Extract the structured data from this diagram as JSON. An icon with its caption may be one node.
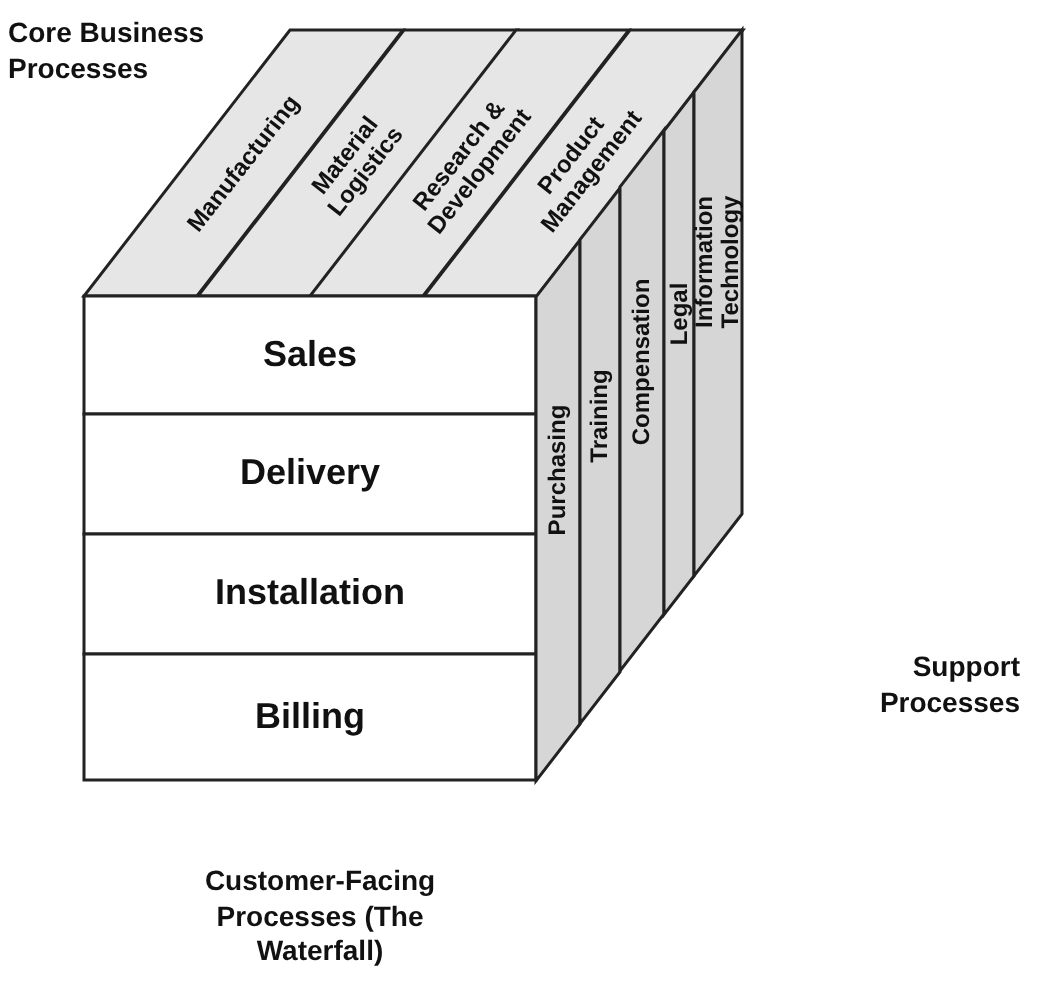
{
  "diagram": {
    "nodes": [
      {
        "text": [
          "Manufacturing"
        ]
      },
      {
        "text": [
          "Material Logistics"
        ]
      },
      {
        "text": [
          "Research & Development"
        ]
      },
      {
        "text": [
          "Product Management"
        ]
      },
      {
        "text": [
          "Sales"
        ]
      },
      {
        "text": [
          "Delivery"
        ]
      },
      {
        "text": [
          "Installation"
        ]
      },
      {
        "text": [
          "Billing"
        ]
      },
      {
        "text": [
          "Purchasing"
        ]
      },
      {
        "text": [
          "Training"
        ]
      },
      {
        "text": [
          "Compensation"
        ]
      },
      {
        "text": [
          "Legal"
        ]
      },
      {
        "text": [
          "Information Technology"
        ]
      }
    ],
    "labels": [
      "Core Business Processes",
      "Support Processes",
      "Customer-Facing Processes (The Waterfall)"
    ]
  }
}
